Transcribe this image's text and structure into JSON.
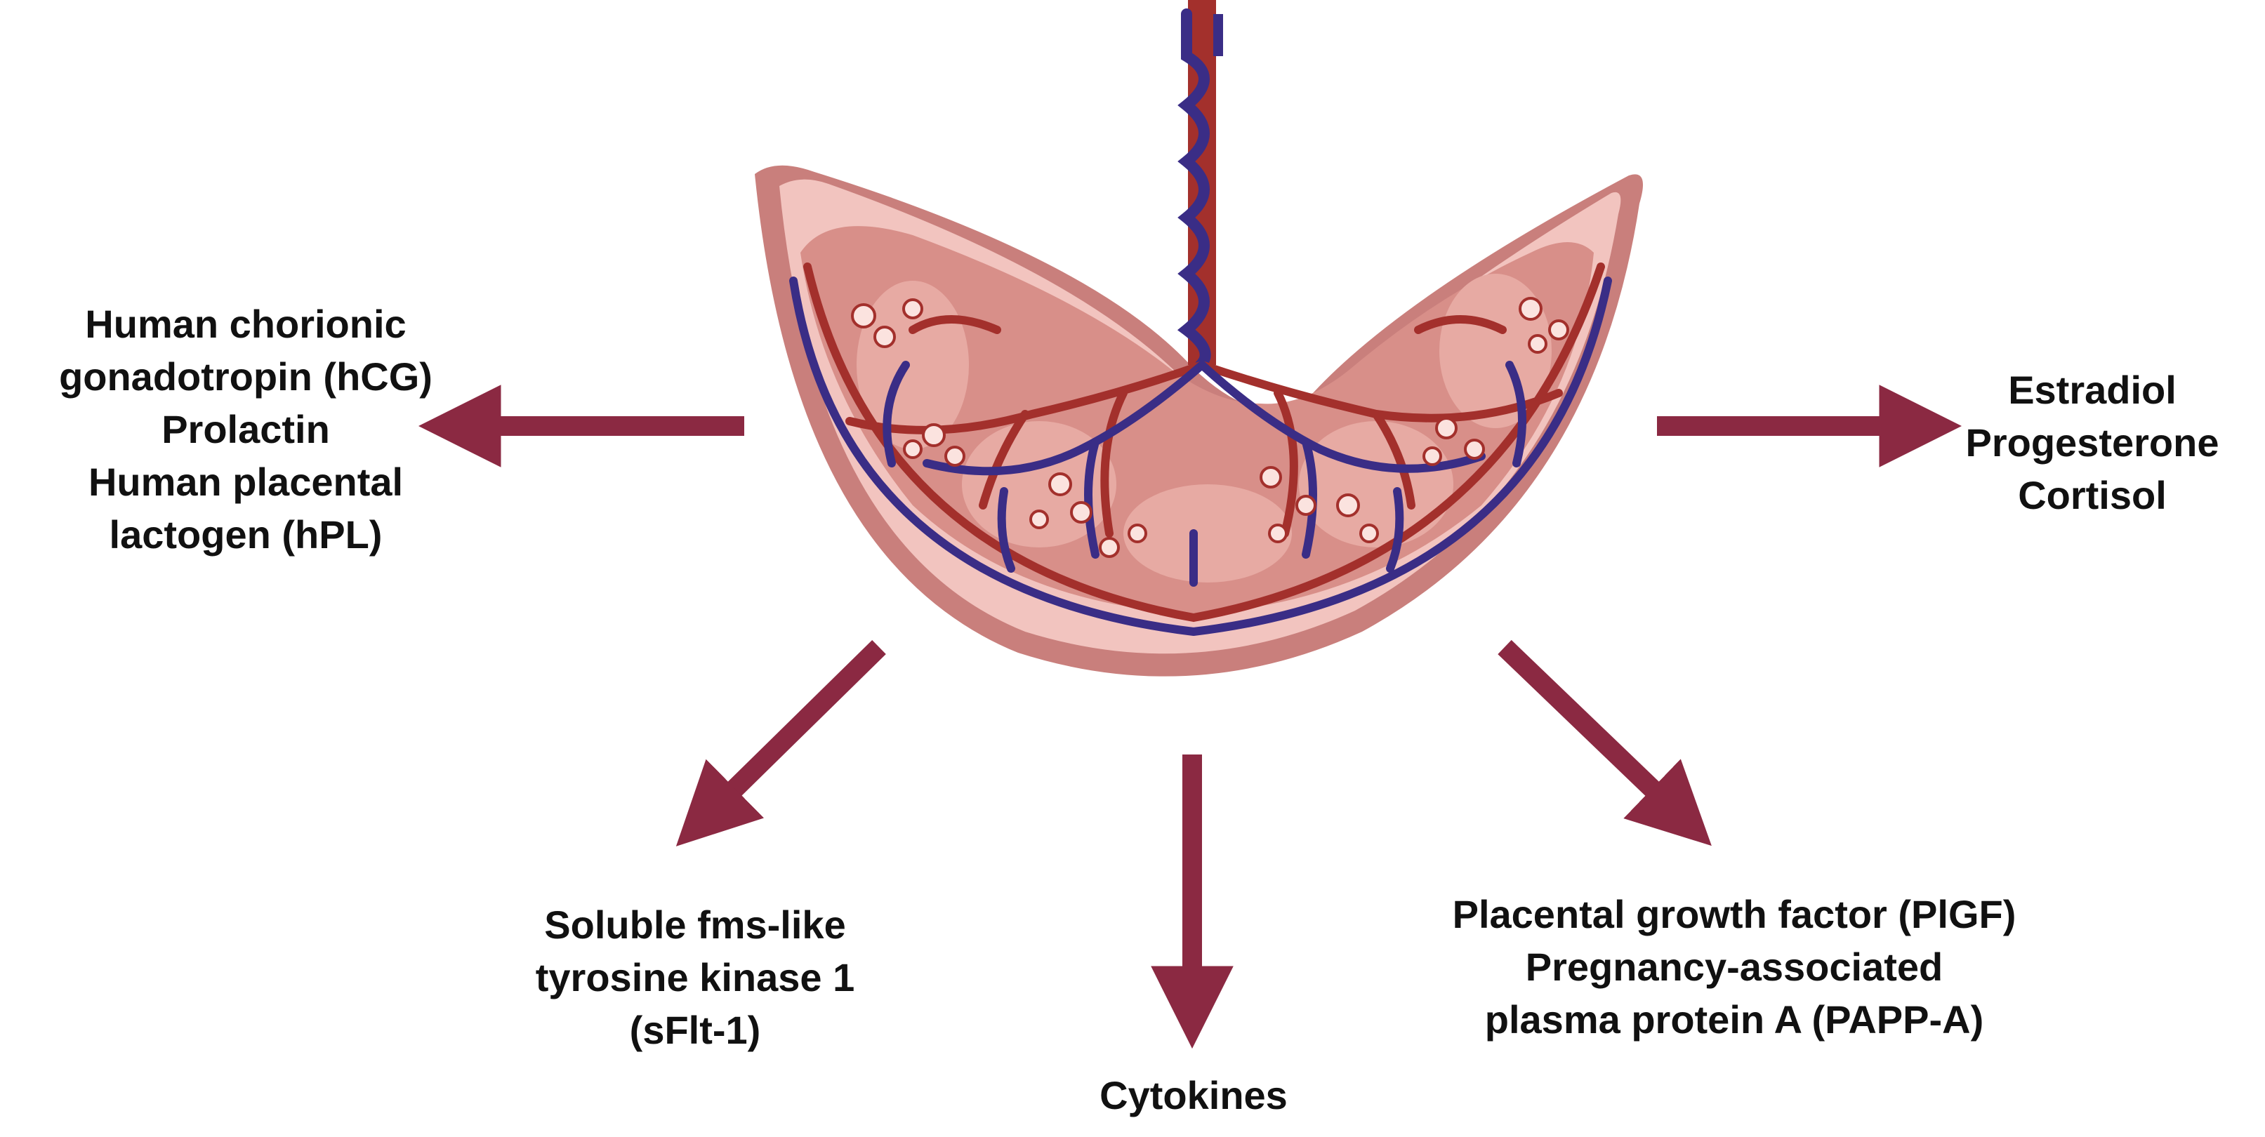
{
  "groups": {
    "left": {
      "lines": [
        "Human chorionic",
        "gonadotropin (hCG)",
        "Prolactin",
        "Human placental",
        "lactogen (hPL)"
      ]
    },
    "right": {
      "lines": [
        "Estradiol",
        "Progesterone",
        "Cortisol"
      ]
    },
    "bottom_left": {
      "lines": [
        "Soluble fms-like",
        "tyrosine kinase 1",
        "(sFlt-1)"
      ]
    },
    "bottom": {
      "lines": [
        "Cytokines"
      ]
    },
    "bottom_right": {
      "lines": [
        "Placental growth factor (PlGF)",
        "Pregnancy-associated",
        "plasma protein A (PAPP-A)"
      ]
    }
  },
  "colors": {
    "arrow": "#8b2942",
    "placenta_outer": "#c97f7c",
    "placenta_fill": "#f2c4bf",
    "lobe": "#d88f89",
    "artery": "#a3302c",
    "vein": "#3a2d86"
  },
  "icons": {
    "placenta": "placenta-illustration",
    "arrows": "arrow-icon"
  }
}
